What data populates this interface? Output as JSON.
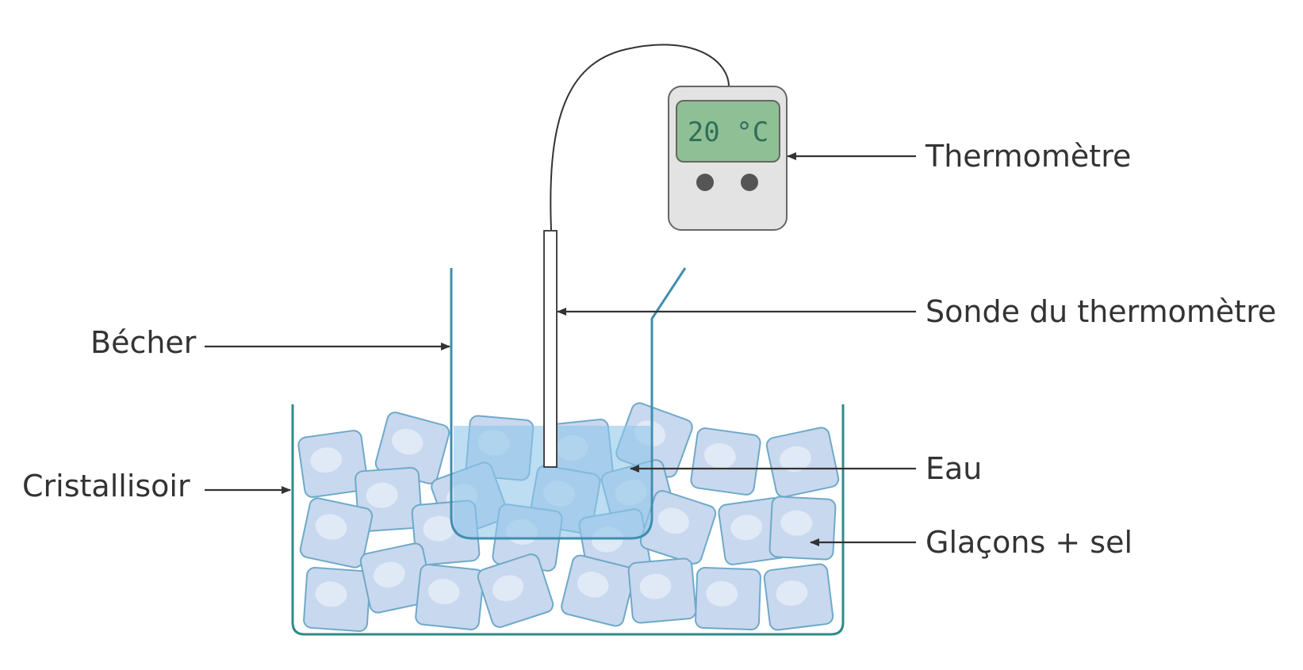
{
  "labels": {
    "thermometer": "Thermomètre",
    "probe": "Sonde du thermomètre",
    "beaker": "Bécher",
    "water": "Eau",
    "crystallizer": "Cristallisoir",
    "ice_salt": "Glaçons + sel"
  },
  "display": {
    "reading": "20 °C"
  },
  "colors": {
    "glass": "#3f8fb0",
    "basin": "#2e8b8a",
    "water": "#8fc7ea",
    "ice_fill": "#c8d8ee",
    "ice_edge": "#6fa9c9",
    "device_body": "#e3e3e3",
    "screen": "#8fbf94",
    "text": "#333333"
  }
}
